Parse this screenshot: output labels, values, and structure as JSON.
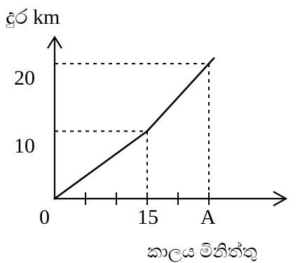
{
  "chart_data": {
    "type": "line",
    "ylabel": "දුර km",
    "xlabel": "කාලය මිනිත්තු",
    "origin_label": "0",
    "x_tick_labels": [
      "15",
      "A"
    ],
    "y_tick_labels": [
      "10",
      "20"
    ],
    "ylim": [
      0,
      24
    ],
    "series": [
      {
        "x": [
          0,
          15,
          25
        ],
        "y": [
          0,
          10,
          20
        ]
      }
    ],
    "guides": [
      {
        "x": 15,
        "y": 10
      },
      {
        "x": 25,
        "y": 20
      }
    ],
    "x_minor_ticks": [
      5,
      10,
      20,
      25
    ]
  }
}
